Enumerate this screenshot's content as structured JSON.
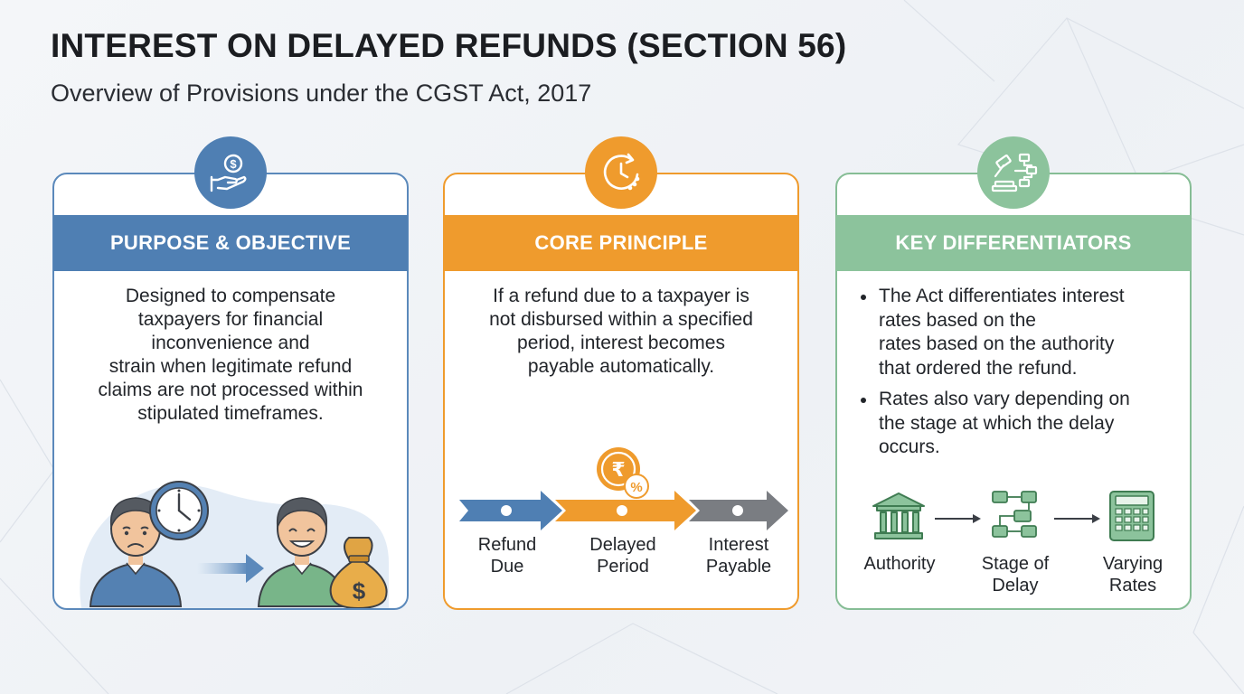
{
  "title": "INTEREST ON DELAYED REFUNDS (SECTION 56)",
  "subtitle": "Overview of Provisions under the CGST Act, 2017",
  "colors": {
    "blue": "#4f7fb3",
    "orange": "#ef9b2d",
    "green": "#8cc39c",
    "gray": "#7a7d82"
  },
  "cards": {
    "purpose": {
      "icon": "hand-dollar-icon",
      "header": "PURPOSE & OBJECTIVE",
      "lines": [
        "Designed to compensate",
        "taxpayers for financial",
        "inconvenience and",
        "strain when legitimate refund",
        "claims are not processed within",
        "stipulated timeframes."
      ],
      "illustration_icons": [
        "worried-person-icon",
        "clock-icon",
        "arrow-right-icon",
        "happy-person-icon",
        "money-bag-icon"
      ],
      "money_symbol": "$"
    },
    "principle": {
      "icon": "clock-refresh-icon",
      "header": "CORE PRINCIPLE",
      "lines": [
        "If a refund due to a taxpayer is",
        "not disbursed within a specified",
        "period, interest becomes",
        "payable automatically."
      ],
      "flow": [
        {
          "label_line1": "Refund",
          "label_line2": "Due",
          "color": "#4f7fb3"
        },
        {
          "label_line1": "Delayed",
          "label_line2": "Period",
          "color": "#ef9b2d"
        },
        {
          "label_line1": "Interest",
          "label_line2": "Payable",
          "color": "#7a7d82"
        }
      ],
      "rupee_symbol": "₹",
      "percent_symbol": "%"
    },
    "differentiators": {
      "icon": "gavel-flowchart-icon",
      "header": "KEY DIFFERENTIATORS",
      "bullets": [
        [
          "The Act differentiates interest",
          "rates based on the",
          "rates based on the authority",
          "that ordered the refund."
        ],
        [
          "Rates also vary depending on",
          "the stage at which the delay",
          "occurs."
        ]
      ],
      "diagram": [
        {
          "icon": "bank-building-icon",
          "label_line1": "Authority",
          "label_line2": ""
        },
        {
          "icon": "flowchart-icon",
          "label_line1": "Stage of",
          "label_line2": "Delay"
        },
        {
          "icon": "calculator-icon",
          "label_line1": "Varying",
          "label_line2": "Rates"
        }
      ]
    }
  }
}
